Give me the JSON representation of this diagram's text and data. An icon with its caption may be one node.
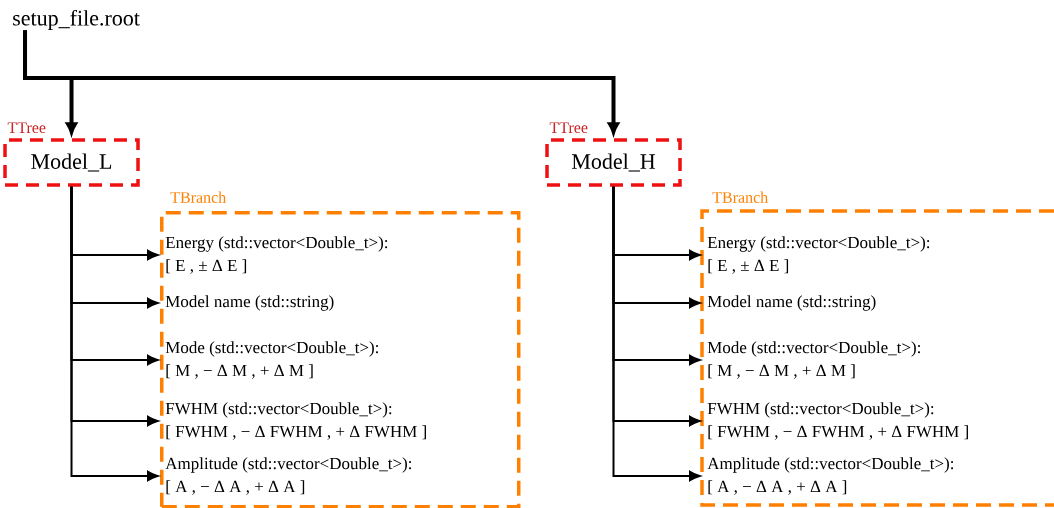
{
  "diagram": {
    "nodes": [
      {
        "text": [
          "setup_file.root"
        ]
      },
      {
        "text": [
          "Model_L"
        ],
        "beside": [
          "TTree"
        ]
      },
      {
        "text": [
          "TBranch"
        ]
      },
      {
        "text": [
          "Energy (std::vector<Double_t>):",
          "[ E , ± Δ E ]"
        ],
        "in": 2
      },
      {
        "text": [
          "Model name (std::string)"
        ],
        "in": 2
      },
      {
        "text": [
          "Mode (std::vector<Double_t>):",
          "[ M , − Δ M , + Δ M ]"
        ],
        "in": 2
      },
      {
        "text": [
          "FWHM (std::vector<Double_t>):",
          "[ FWHM , − Δ FWHM , + Δ FWHM ]"
        ],
        "in": 2
      },
      {
        "text": [
          "Amplitude (std::vector<Double_t>):",
          "[ A , − Δ A , + Δ A ]"
        ],
        "in": 2
      },
      {
        "text": [
          "Model_H"
        ],
        "beside": [
          "TTree"
        ]
      },
      {
        "text": [
          "TBranch"
        ]
      },
      {
        "text": [
          "Energy (std::vector<Double_t>):",
          "[ E , ± Δ E ]"
        ],
        "in": 9
      },
      {
        "text": [
          "Model name (std::string)"
        ],
        "in": 9
      },
      {
        "text": [
          "Mode (std::vector<Double_t>):",
          "[ M , − Δ M , + Δ M ]"
        ],
        "in": 9
      },
      {
        "text": [
          "FWHM (std::vector<Double_t>):",
          "[ FWHM , − Δ FWHM , + Δ FWHM ]"
        ],
        "in": 9
      },
      {
        "text": [
          "Amplitude (std::vector<Double_t>):",
          "[ A , − Δ A , + Δ A ]"
        ],
        "in": 9
      }
    ],
    "edges": [
      {
        "from": 0,
        "to": 1,
        "arrow": "to",
        "style": "thick"
      },
      {
        "from": 0,
        "to": 8,
        "arrow": "to",
        "style": "thick"
      },
      {
        "from": 1,
        "to": 3,
        "arrow": "to"
      },
      {
        "from": 1,
        "to": 4,
        "arrow": "to"
      },
      {
        "from": 1,
        "to": 5,
        "arrow": "to"
      },
      {
        "from": 1,
        "to": 6,
        "arrow": "to"
      },
      {
        "from": 1,
        "to": 7,
        "arrow": "to"
      },
      {
        "from": 8,
        "to": 10,
        "arrow": "to"
      },
      {
        "from": 8,
        "to": 11,
        "arrow": "to"
      },
      {
        "from": 8,
        "to": 12,
        "arrow": "to"
      },
      {
        "from": 8,
        "to": 13,
        "arrow": "to"
      },
      {
        "from": 8,
        "to": 14,
        "arrow": "to"
      }
    ]
  }
}
